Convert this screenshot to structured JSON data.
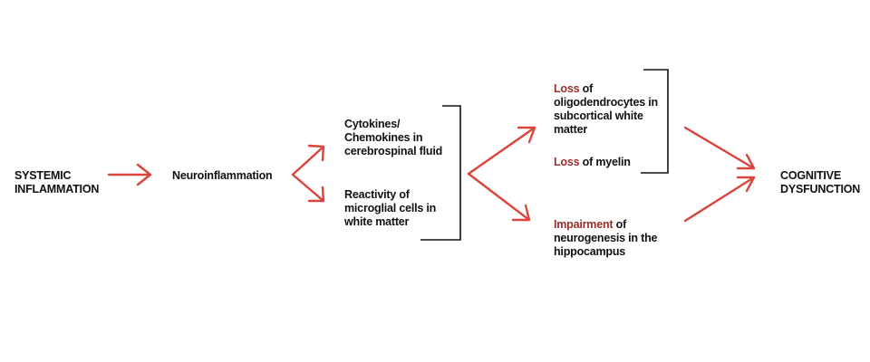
{
  "colors": {
    "arrow": "#d9453b",
    "highlight": "#9b2d2d",
    "text": "#111111",
    "background": "#ffffff"
  },
  "nodes": {
    "systemic_inflammation": [
      "SYSTEMIC",
      "INFLAMMATION"
    ],
    "neuroinflammation": "Neuroinflammation",
    "cytokines": [
      "Cytokines/",
      "Chemokines in",
      "cerebrospinal fluid"
    ],
    "reactivity": [
      "Reactivity of",
      "microglial cells in",
      "white matter"
    ],
    "loss_oligo": {
      "keyword": "Loss",
      "rest_first": " of",
      "lines": [
        "oligodendrocytes in",
        "subcortical white",
        "matter"
      ]
    },
    "loss_myelin": {
      "keyword": "Loss",
      "rest": " of myelin"
    },
    "impairment": {
      "keyword": "Impairment",
      "rest_first": " of",
      "lines": [
        "neurogenesis in the",
        "hippocampus"
      ]
    },
    "cognitive_dysfunction": [
      "COGNITIVE",
      "DYSFUNCTION"
    ]
  }
}
